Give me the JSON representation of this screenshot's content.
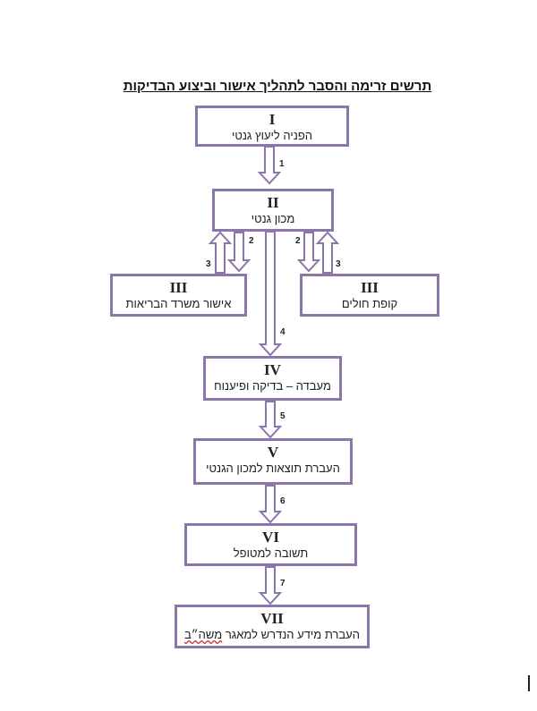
{
  "title": "תרשים זרימה והסבר לתהליך אישור וביצוע הבדיקות",
  "colors": {
    "box_border": "#8b76a9",
    "arrow": "#8b76a9"
  },
  "boxes": [
    {
      "num": "I",
      "label": "הפניה ליעוץ גנטי"
    },
    {
      "num": "II",
      "label": "מכון גנטי"
    },
    {
      "num": "III",
      "label": "אישור משרד הבריאות"
    },
    {
      "num": "III",
      "label": "קופת חולים"
    },
    {
      "num": "IV",
      "label": "מעבדה – בדיקה ופיענוח"
    },
    {
      "num": "V",
      "label": "העברת תוצאות למכון הגנטי"
    },
    {
      "num": "VI",
      "label": "תשובה למטופל"
    },
    {
      "num": "VII",
      "label_main": "העברת מידע הנדרש למאגר",
      "label_underlined": "משה״ב"
    }
  ],
  "steps": [
    "1",
    "2",
    "3",
    "2",
    "3",
    "4",
    "5",
    "6",
    "7"
  ]
}
